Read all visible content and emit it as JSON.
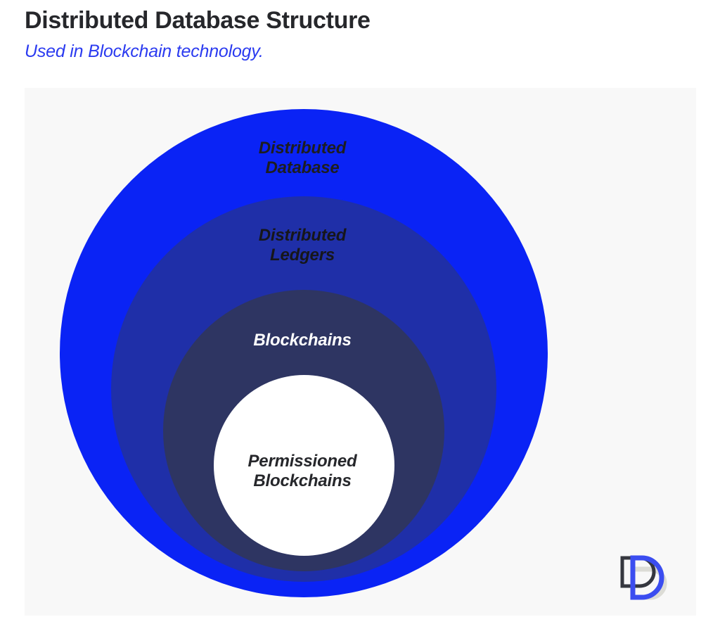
{
  "header": {
    "title": "Distributed Database Structure",
    "subtitle": "Used in Blockchain technology."
  },
  "diagram": {
    "type": "nested-venn",
    "description": "Four concentric circles showing containment hierarchy of distributed database technologies",
    "background_color": "#f8f8f8",
    "levels": [
      {
        "key": "distributed_database",
        "label": "Distributed\nDatabase",
        "label_line1": "Distributed",
        "label_line2": "Database",
        "fill_color": "#0a23f5",
        "text_color": "#1d1d20",
        "depth": 1
      },
      {
        "key": "distributed_ledgers",
        "label": "Distributed\nLedgers",
        "label_line1": "Distributed",
        "label_line2": "Ledgers",
        "fill_color": "#1f2fa8",
        "text_color": "#16161a",
        "depth": 2
      },
      {
        "key": "blockchains",
        "label": "Blockchains",
        "label_line1": "Blockchains",
        "label_line2": "",
        "fill_color": "#2e3562",
        "text_color": "#ffffff",
        "depth": 3
      },
      {
        "key": "permissioned_blockchains",
        "label": "Permissioned\nBlockchains",
        "label_line1": "Permissioned",
        "label_line2": "Blockchains",
        "fill_color": "#ffffff",
        "text_color": "#26272b",
        "depth": 4
      }
    ]
  },
  "logo": {
    "name": "overlapping-d-logo",
    "colors": {
      "dark": "#35373f",
      "blue": "#3b4df0",
      "light": "#dcdcd6"
    }
  },
  "colors": {
    "title": "#26272b",
    "subtitle": "#2b3bf0",
    "accent": "#0a23f5",
    "panel": "#f8f8f8",
    "page": "#ffffff"
  }
}
